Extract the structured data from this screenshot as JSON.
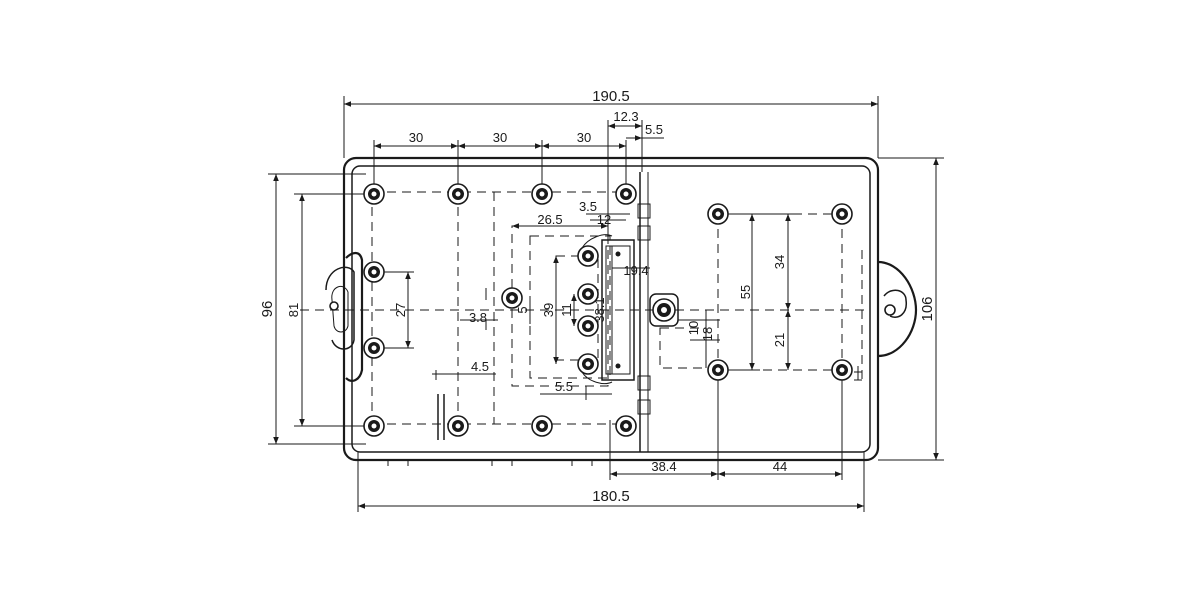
{
  "drawing": {
    "dimensions": {
      "overall_width": "190.5",
      "inner_width": "180.5",
      "overall_height": "106",
      "inner_height": "96",
      "pitch_1": "30",
      "pitch_2": "30",
      "pitch_3": "30",
      "top_12_3": "12.3",
      "top_5_5": "5.5",
      "left_81": "81",
      "left_27": "27",
      "mid_3_8": "3.8",
      "mid_4_5": "4.5",
      "mid_3_5": "3.5",
      "mid_26_5": "26.5",
      "mid_12": "12",
      "mid_19_4": "19.4",
      "mid_5": "5",
      "mid_39": "39",
      "mid_11": "11",
      "mid_38_1": "38.1",
      "mid_5_5": "5.5",
      "right_10": "10",
      "right_18": "18",
      "right_34": "34",
      "right_55": "55",
      "right_21": "21",
      "bottom_38_4": "38.4",
      "bottom_44": "44"
    }
  }
}
